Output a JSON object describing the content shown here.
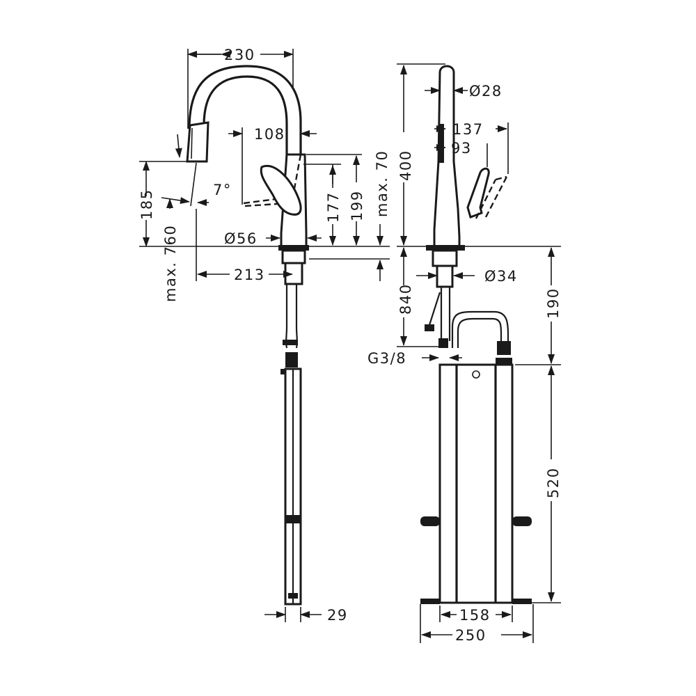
{
  "drawing": {
    "front_view": {
      "width_230": "230",
      "reach_213": "213",
      "spray_108": "108",
      "base_dia": "Ø56",
      "spray_height_185": "185",
      "pullout_760": "max. 760",
      "angle_7": "7°",
      "handle_177": "177",
      "handle_199": "199",
      "deck_70": "max. 70",
      "hose_29": "29"
    },
    "side_view": {
      "spout_dia": "Ø28",
      "height_400": "400",
      "lever_137": "137",
      "lever_93": "93",
      "shank_dia": "Ø34",
      "shank_840": "840",
      "connection": "G3/8",
      "hose_190": "190",
      "box_520": "520",
      "box_158": "158",
      "box_250": "250"
    }
  }
}
